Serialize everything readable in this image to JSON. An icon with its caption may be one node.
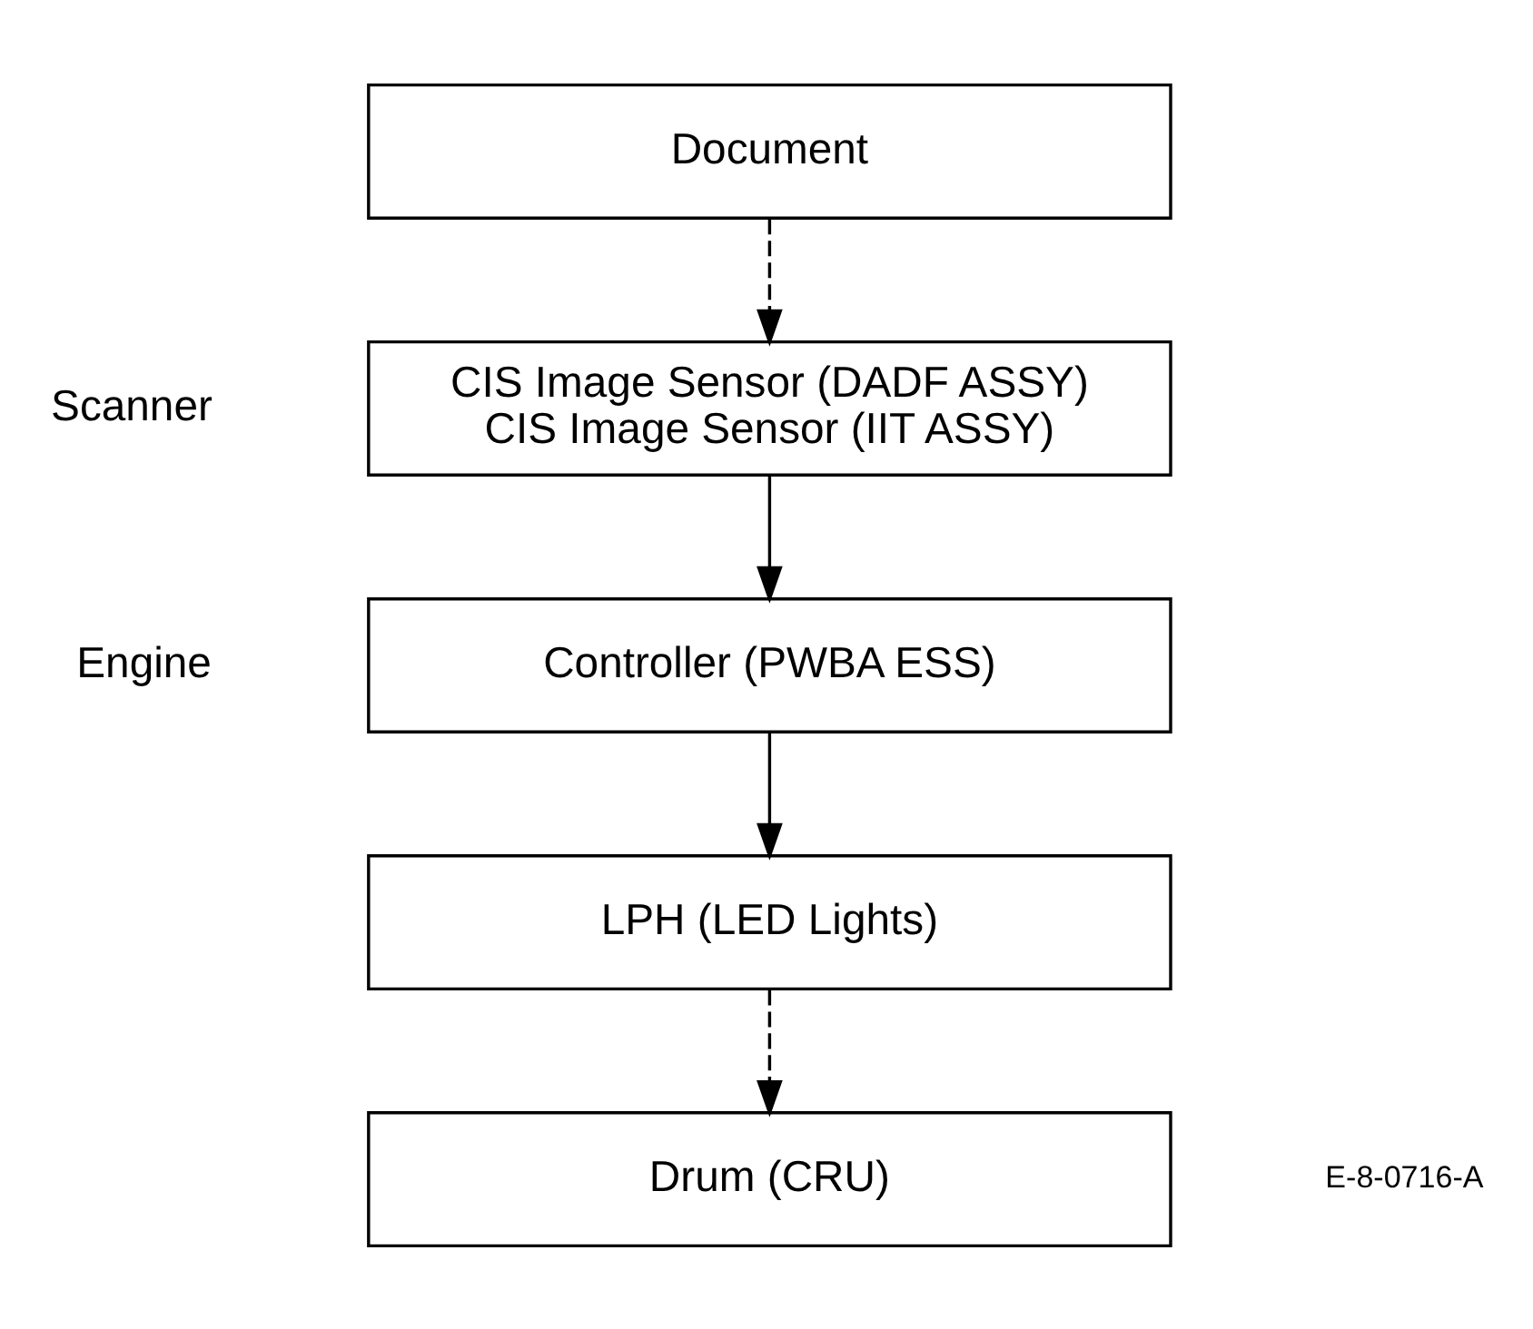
{
  "diagram": {
    "nodes": [
      {
        "text": [
          "Document"
        ]
      },
      {
        "text": [
          "CIS Image Sensor (DADF ASSY)",
          "CIS Image Sensor (IIT ASSY)"
        ]
      },
      {
        "text": [
          "Controller (PWBA ESS)"
        ]
      },
      {
        "text": [
          "LPH (LED Lights)"
        ]
      },
      {
        "text": [
          "Drum (CRU)"
        ]
      }
    ],
    "edges": [
      {
        "from": 0,
        "to": 1,
        "arrow": "to",
        "style": "dashed"
      },
      {
        "from": 1,
        "to": 2,
        "arrow": "to"
      },
      {
        "from": 2,
        "to": 3,
        "arrow": "to"
      },
      {
        "from": 3,
        "to": 4,
        "arrow": "to",
        "style": "dashed"
      }
    ],
    "labels": [
      "Scanner",
      "Engine",
      "E-8-0716-A"
    ]
  }
}
